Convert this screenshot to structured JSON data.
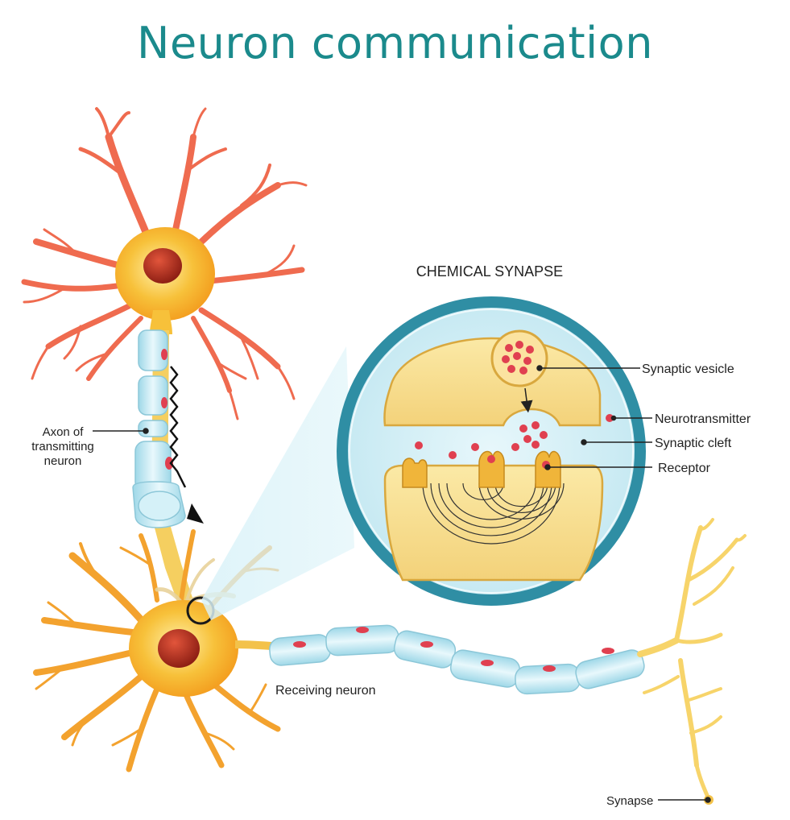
{
  "title": "Neuron communication",
  "inset_title": "CHEMICAL SYNAPSE",
  "labels": {
    "axon_line1": "Axon of",
    "axon_line2": "transmitting",
    "axon_line3": "neuron",
    "synaptic_vesicle": "Synaptic vesicle",
    "neurotransmitter": "Neurotransmitter",
    "synaptic_cleft": "Synaptic cleft",
    "receptor": "Receptor",
    "receiving_neuron": "Receiving neuron",
    "synapse": "Synapse"
  },
  "colors": {
    "title": "#1b8a8c",
    "cell_body": "#f7b52a",
    "nucleus": "#b7301f",
    "dendrite": "#ef6b4f",
    "myelin": "#bfe6f0",
    "inset_ring": "#2f8ea4",
    "inset_fill": "#f7e6a8",
    "dot": "#e04050"
  }
}
